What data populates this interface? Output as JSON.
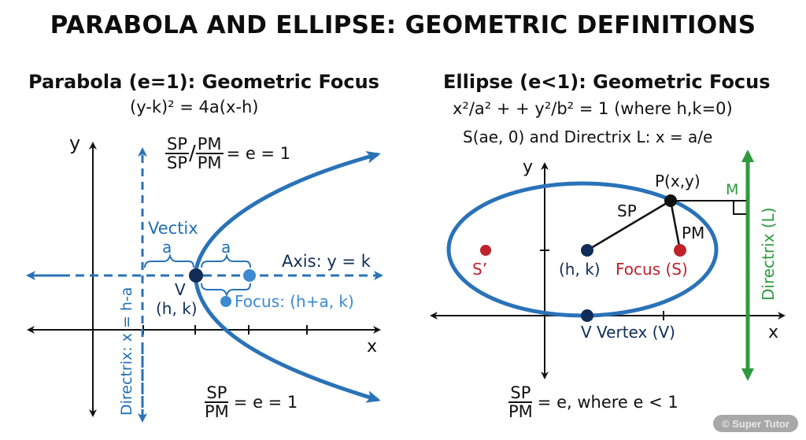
{
  "title": "PARABOLA AND ELLIPSE: GEOMETRIC DEFINITIONS",
  "colors": {
    "curve_blue": "#2a72b8",
    "navy": "#0f2d57",
    "light_blue": "#3c8ad0",
    "red": "#c0222b",
    "green": "#2d9a3e",
    "black": "#111111"
  },
  "parabola": {
    "heading": "Parabola (e=1): Geometric Focus",
    "equation": "(y-k)² = 4a(x-h)",
    "ratio_top": {
      "num1": "SP",
      "den1": "SP",
      "slash": "/",
      "num2": "PM",
      "den2": "PM",
      "rhs": "= e = 1"
    },
    "ratio_bottom": {
      "num": "SP",
      "den": "PM",
      "rhs": "= e = 1"
    },
    "y_axis_label": "y",
    "x_axis_label": "x",
    "vertex_label_text": "Vectix",
    "a_left": "a",
    "a_right": "a",
    "axis_label": "Axis: y = k",
    "vertex_letter": "V",
    "vertex_coords": "(h, k)",
    "focus_label": "Focus: (h+a, k)",
    "directrix_label": "Directrix: x = h-a"
  },
  "ellipse": {
    "heading": "Ellipse (e<1): Geometric Focus",
    "equation": "x²/a² + + y²/b² = 1 (where h,k=0)",
    "focus_directrix": "S(ae, 0) and Directrix L: x = a/e",
    "y_axis_label": "y",
    "x_axis_label": "x",
    "point_label": "P(x,y)",
    "m_label": "M",
    "sp_label": "SP",
    "pm_label": "PM",
    "s_prime_label": "S’",
    "center_label": "(h, k)",
    "focus_label": "Focus (S)",
    "vertex_label": "V Vertex (V)",
    "directrix_label": "Directrix (L)",
    "ratio": {
      "num": "SP",
      "den": "PM",
      "rhs": "= e,  where e < 1"
    }
  },
  "watermark": "© Super Tutor"
}
